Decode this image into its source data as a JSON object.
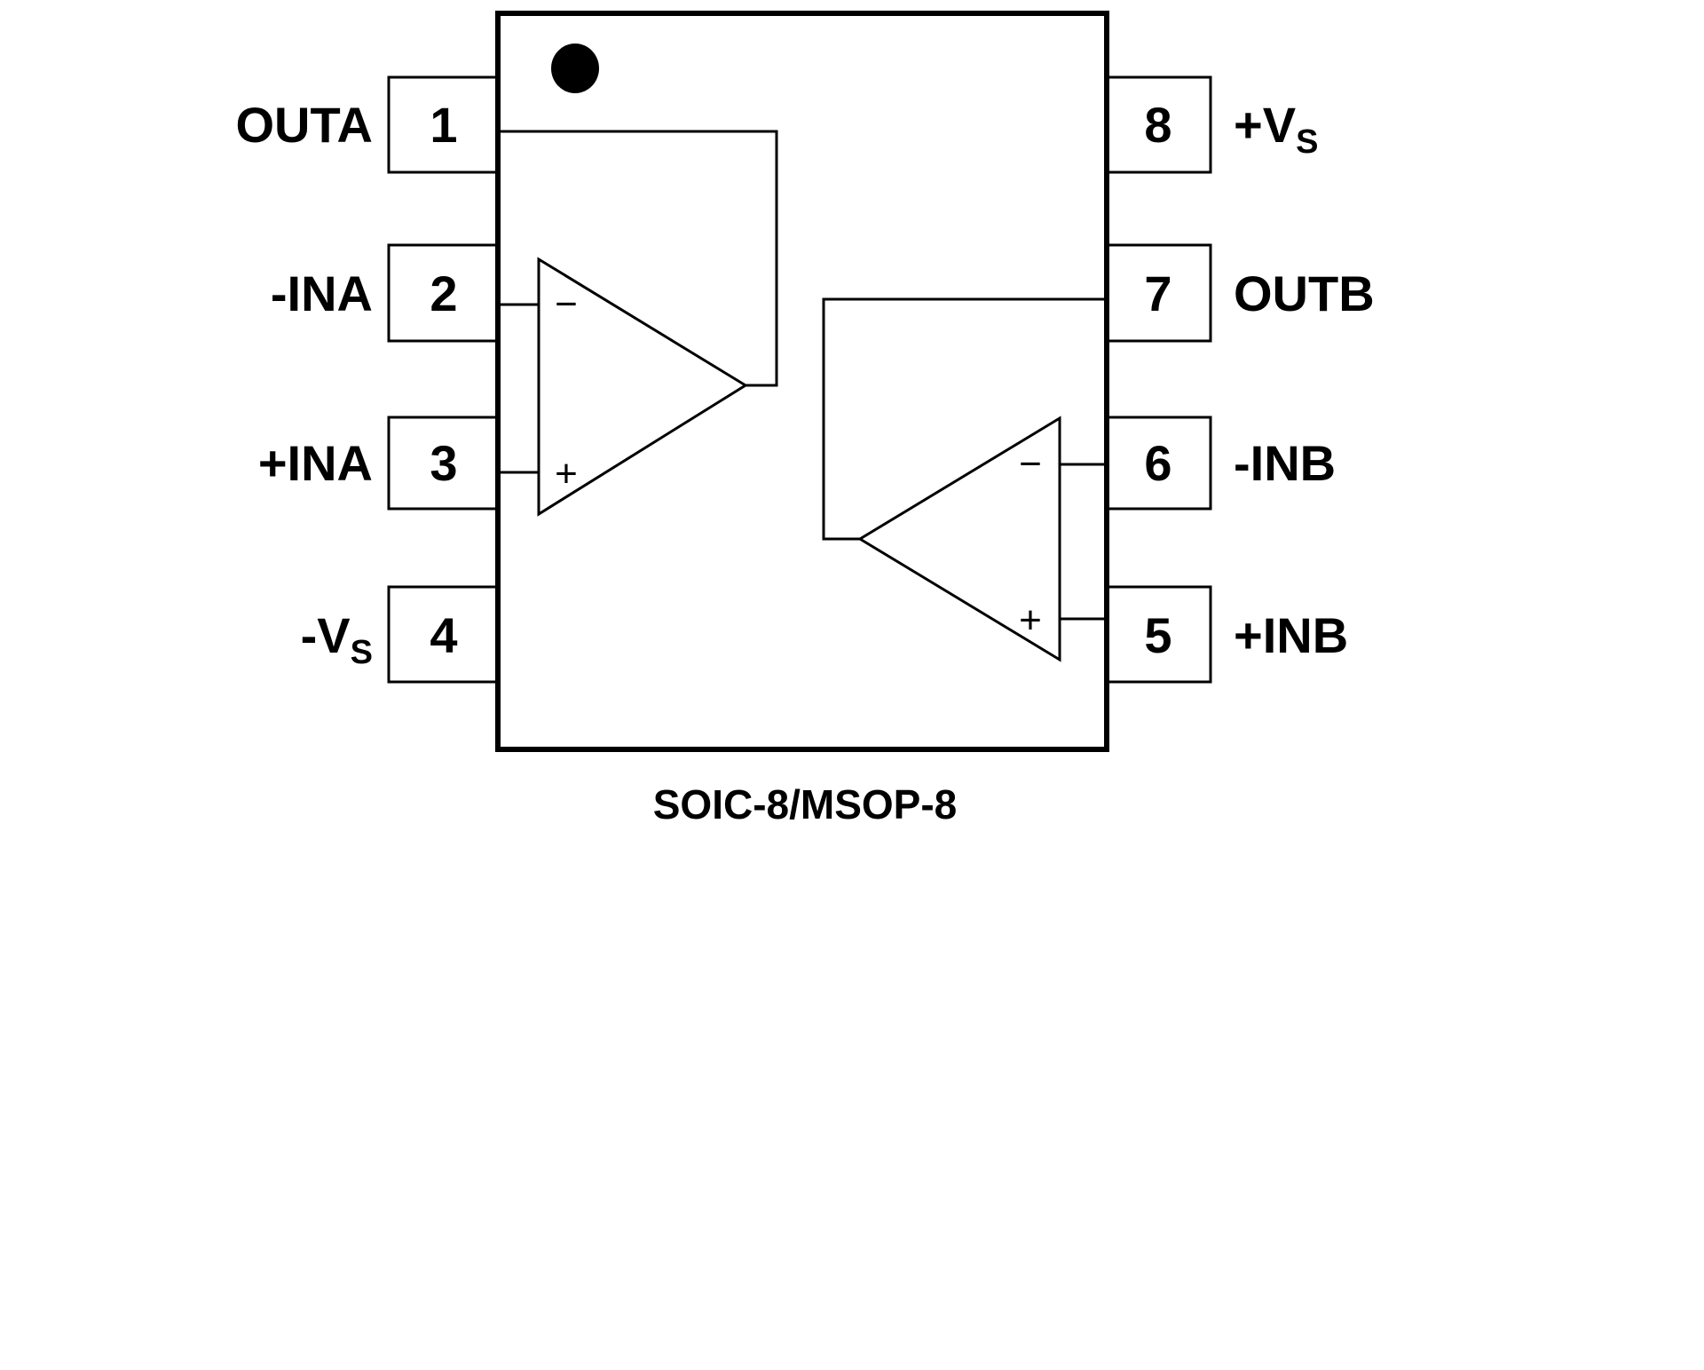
{
  "diagram": {
    "type": "ic-pinout",
    "caption": "SOIC-8/MSOP-8",
    "pin1_marker": "dot",
    "pins": [
      {
        "number": "1",
        "name": "OUTA",
        "sub": "",
        "side": "left"
      },
      {
        "number": "2",
        "name": "-INA",
        "sub": "",
        "side": "left"
      },
      {
        "number": "3",
        "name": "+INA",
        "sub": "",
        "side": "left"
      },
      {
        "number": "4",
        "name": "-V",
        "sub": "S",
        "side": "left"
      },
      {
        "number": "8",
        "name": "+V",
        "sub": "S",
        "side": "right"
      },
      {
        "number": "7",
        "name": "OUTB",
        "sub": "",
        "side": "right"
      },
      {
        "number": "6",
        "name": "-INB",
        "sub": "",
        "side": "right"
      },
      {
        "number": "5",
        "name": "+INB",
        "sub": "",
        "side": "right"
      }
    ],
    "amplifiers": [
      {
        "name": "A",
        "inverting_sign": "−",
        "noninverting_sign": "+",
        "inverting_pin": "2",
        "noninverting_pin": "3",
        "output_pin": "1"
      },
      {
        "name": "B",
        "inverting_sign": "−",
        "noninverting_sign": "+",
        "inverting_pin": "6",
        "noninverting_pin": "5",
        "output_pin": "7"
      }
    ]
  }
}
